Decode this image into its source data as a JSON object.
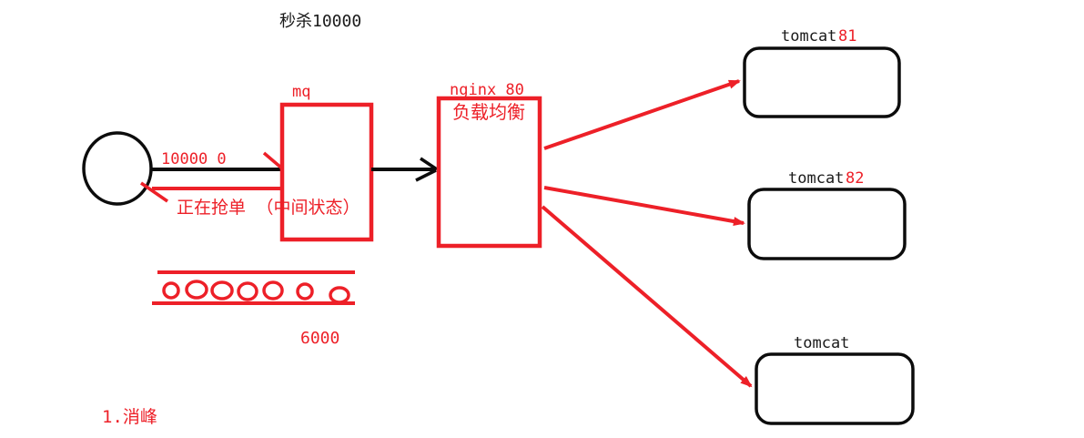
{
  "title": "秒杀10000",
  "colors": {
    "red": "#ed2028",
    "black": "#0c0c0c",
    "canvas": "#ffffff"
  },
  "client_flow": {
    "request_count": "10000 0",
    "status_text": "正在抢单 （中间状态）"
  },
  "mq": {
    "label": "mq"
  },
  "nginx": {
    "label": "nginx 80",
    "role": "负载均衡"
  },
  "tomcats": [
    {
      "name": "tomcat",
      "port": "81"
    },
    {
      "name": "tomcat",
      "port": "82"
    },
    {
      "name": "tomcat",
      "port": ""
    }
  ],
  "queue": {
    "circle_count": 7,
    "throughput": "6000"
  },
  "note": "1.消峰"
}
